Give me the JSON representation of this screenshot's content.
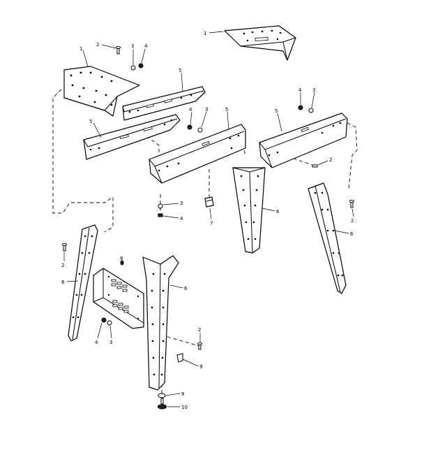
{
  "diagram": {
    "callouts": {
      "c1a": "1",
      "c1b": "1",
      "c2a": "2",
      "c2b": "2",
      "c2c": "2",
      "c2d": "2",
      "c2e": "2",
      "c3a": "3",
      "c3b": "3",
      "c3c": "3",
      "c3d": "3",
      "c3e": "3",
      "c4a": "4",
      "c4b": "4",
      "c4c": "4",
      "c4d": "4",
      "c4e": "4",
      "c5a": "5",
      "c5b": "5",
      "c5c": "5",
      "c5d": "5",
      "c6a": "6",
      "c6b": "6",
      "c6c": "6",
      "c6d": "6",
      "c7": "7",
      "c8": "8",
      "c9a": "9",
      "c9b": "9",
      "c10": "10"
    }
  }
}
